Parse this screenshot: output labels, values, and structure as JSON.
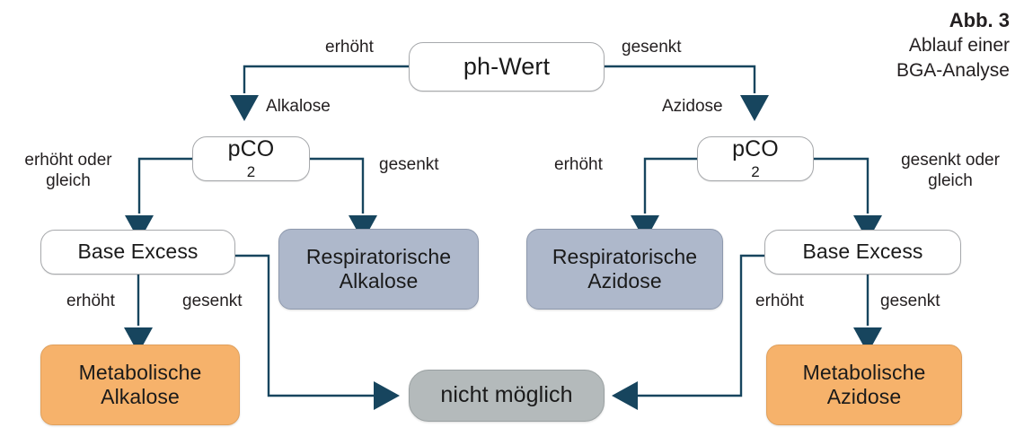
{
  "figure": {
    "caption_number": "Abb. 3",
    "caption_line1": "Ablauf einer",
    "caption_line2": "BGA-Analyse"
  },
  "colors": {
    "wire": "#17455e",
    "white_node_fill": "#ffffff",
    "white_node_border": "#a7a9ac",
    "blue_node_fill": "#aeb8cb",
    "blue_node_border": "#8e99ad",
    "orange_node_fill": "#f6b26b",
    "orange_node_border": "#e0a05c",
    "grey_node_fill": "#b4babb",
    "grey_node_border": "#9aa1a2",
    "text": "#231f20",
    "background": "#ffffff"
  },
  "nodes": {
    "ph_wert": "ph-Wert",
    "pco2_left_main": "pCO",
    "pco2_left_sub": "2",
    "pco2_right_main": "pCO",
    "pco2_right_sub": "2",
    "base_excess_left": "Base Excess",
    "base_excess_right": "Base Excess",
    "resp_alkalose_l1": "Respiratorische",
    "resp_alkalose_l2": "Alkalose",
    "resp_azidose_l1": "Respiratorische",
    "resp_azidose_l2": "Azidose",
    "metab_alkalose_l1": "Metabolische",
    "metab_alkalose_l2": "Alkalose",
    "metab_azidose_l1": "Metabolische",
    "metab_azidose_l2": "Azidose",
    "nicht_moeglich": "nicht möglich"
  },
  "edge_labels": {
    "ph_erhoeht": "erhöht",
    "ph_gesenkt": "gesenkt",
    "alkalose": "Alkalose",
    "azidose": "Azidose",
    "pco2l_left_line1": "erhöht oder",
    "pco2l_left_line2": "gleich",
    "pco2l_right": "gesenkt",
    "pco2r_left": "erhöht",
    "pco2r_right_line1": "gesenkt oder",
    "pco2r_right_line2": "gleich",
    "bel_erhoeht": "erhöht",
    "bel_gesenkt": "gesenkt",
    "ber_erhoeht": "erhöht",
    "ber_gesenkt": "gesenkt"
  },
  "chart_data": {
    "type": "diagram",
    "title": "Ablauf einer BGA-Analyse",
    "flow": [
      {
        "from": "ph-Wert",
        "label": "erhöht / Alkalose",
        "to": "pCO2 (links)"
      },
      {
        "from": "ph-Wert",
        "label": "gesenkt / Azidose",
        "to": "pCO2 (rechts)"
      },
      {
        "from": "pCO2 (links)",
        "label": "erhöht oder gleich",
        "to": "Base Excess (links)"
      },
      {
        "from": "pCO2 (links)",
        "label": "gesenkt",
        "to": "Respiratorische Alkalose"
      },
      {
        "from": "Base Excess (links)",
        "label": "erhöht",
        "to": "Metabolische Alkalose"
      },
      {
        "from": "Base Excess (links)",
        "label": "gesenkt",
        "to": "nicht möglich"
      },
      {
        "from": "pCO2 (rechts)",
        "label": "erhöht",
        "to": "Respiratorische Azidose"
      },
      {
        "from": "pCO2 (rechts)",
        "label": "gesenkt oder gleich",
        "to": "Base Excess (rechts)"
      },
      {
        "from": "Base Excess (rechts)",
        "label": "erhöht",
        "to": "nicht möglich"
      },
      {
        "from": "Base Excess (rechts)",
        "label": "gesenkt",
        "to": "Metabolische Azidose"
      }
    ]
  }
}
